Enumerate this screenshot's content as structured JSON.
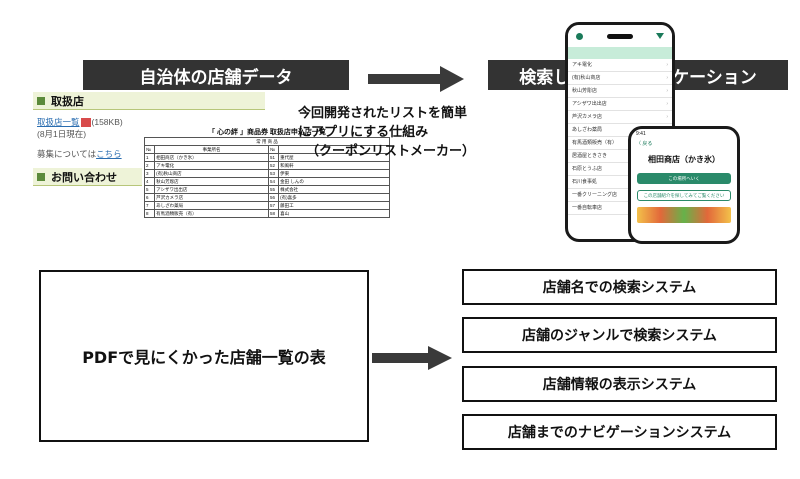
{
  "top": {
    "left_banner": "自治体の店舗データ",
    "right_banner": "検索しやすいアプリケーション",
    "description": [
      "今回開発されたリストを簡単",
      "にアプリにする仕組み",
      "（クーポンリストメーカー）"
    ]
  },
  "website": {
    "section1_title": "取扱店",
    "file_link": "取扱店一覧",
    "file_size": "(158KB)",
    "date_note": "(8月1日現在)",
    "inquiry_text": "募集については",
    "inquiry_link": "こちら",
    "section2_title": "お問い合わせ"
  },
  "pdf_list": {
    "title": "「 心の絆 」商品券 取扱店申込店一覧",
    "subtitle": "常 用 商 品",
    "header": [
      "№",
      "事業所名",
      "№",
      ""
    ],
    "rows": [
      [
        "1",
        "相田商店（かき氷）",
        "51",
        "重代屋"
      ],
      [
        "2",
        "アキ電化",
        "52",
        "和風軒"
      ],
      [
        "3",
        "(有)秋山商店",
        "53",
        "伊東"
      ],
      [
        "4",
        "秋山芳彫店",
        "54",
        "金田 しんの"
      ],
      [
        "5",
        "アシザワ出出店",
        "55",
        "株式会社"
      ],
      [
        "6",
        "芦沢カメラ店",
        "56",
        "(有)喜多"
      ],
      [
        "7",
        "あしざわ薬局",
        "57",
        "藤田工"
      ],
      [
        "8",
        "有馬酒類販売（有）",
        "58",
        "喜山"
      ]
    ]
  },
  "app_back": {
    "items": [
      "アキ電化",
      "(有)秋山商店",
      "秋山芳彫店",
      "アシザワ出出店",
      "芦沢カメラ店",
      "あしざわ薬局",
      "有馬酒類販売（有）",
      "居酒屋ときさき",
      "石原とうふ店",
      "石川食事処",
      "一番クリーニング店",
      "一番自転車店"
    ]
  },
  "app_front": {
    "status_time": "9:41",
    "nav_back": "〈 戻る",
    "shop_title": "相田商店（かき氷）",
    "button_primary": "この場所へいく",
    "button_secondary": "この店舗紹介を探してみてご覧ください"
  },
  "bottom": {
    "problem": "PDFで見にくかった店舗一覧の表",
    "systems": [
      "店舗名での検索システム",
      "店舗のジャンルで検索システム",
      "店舗情報の表示システム",
      "店舗までのナビゲーションシステム"
    ]
  }
}
